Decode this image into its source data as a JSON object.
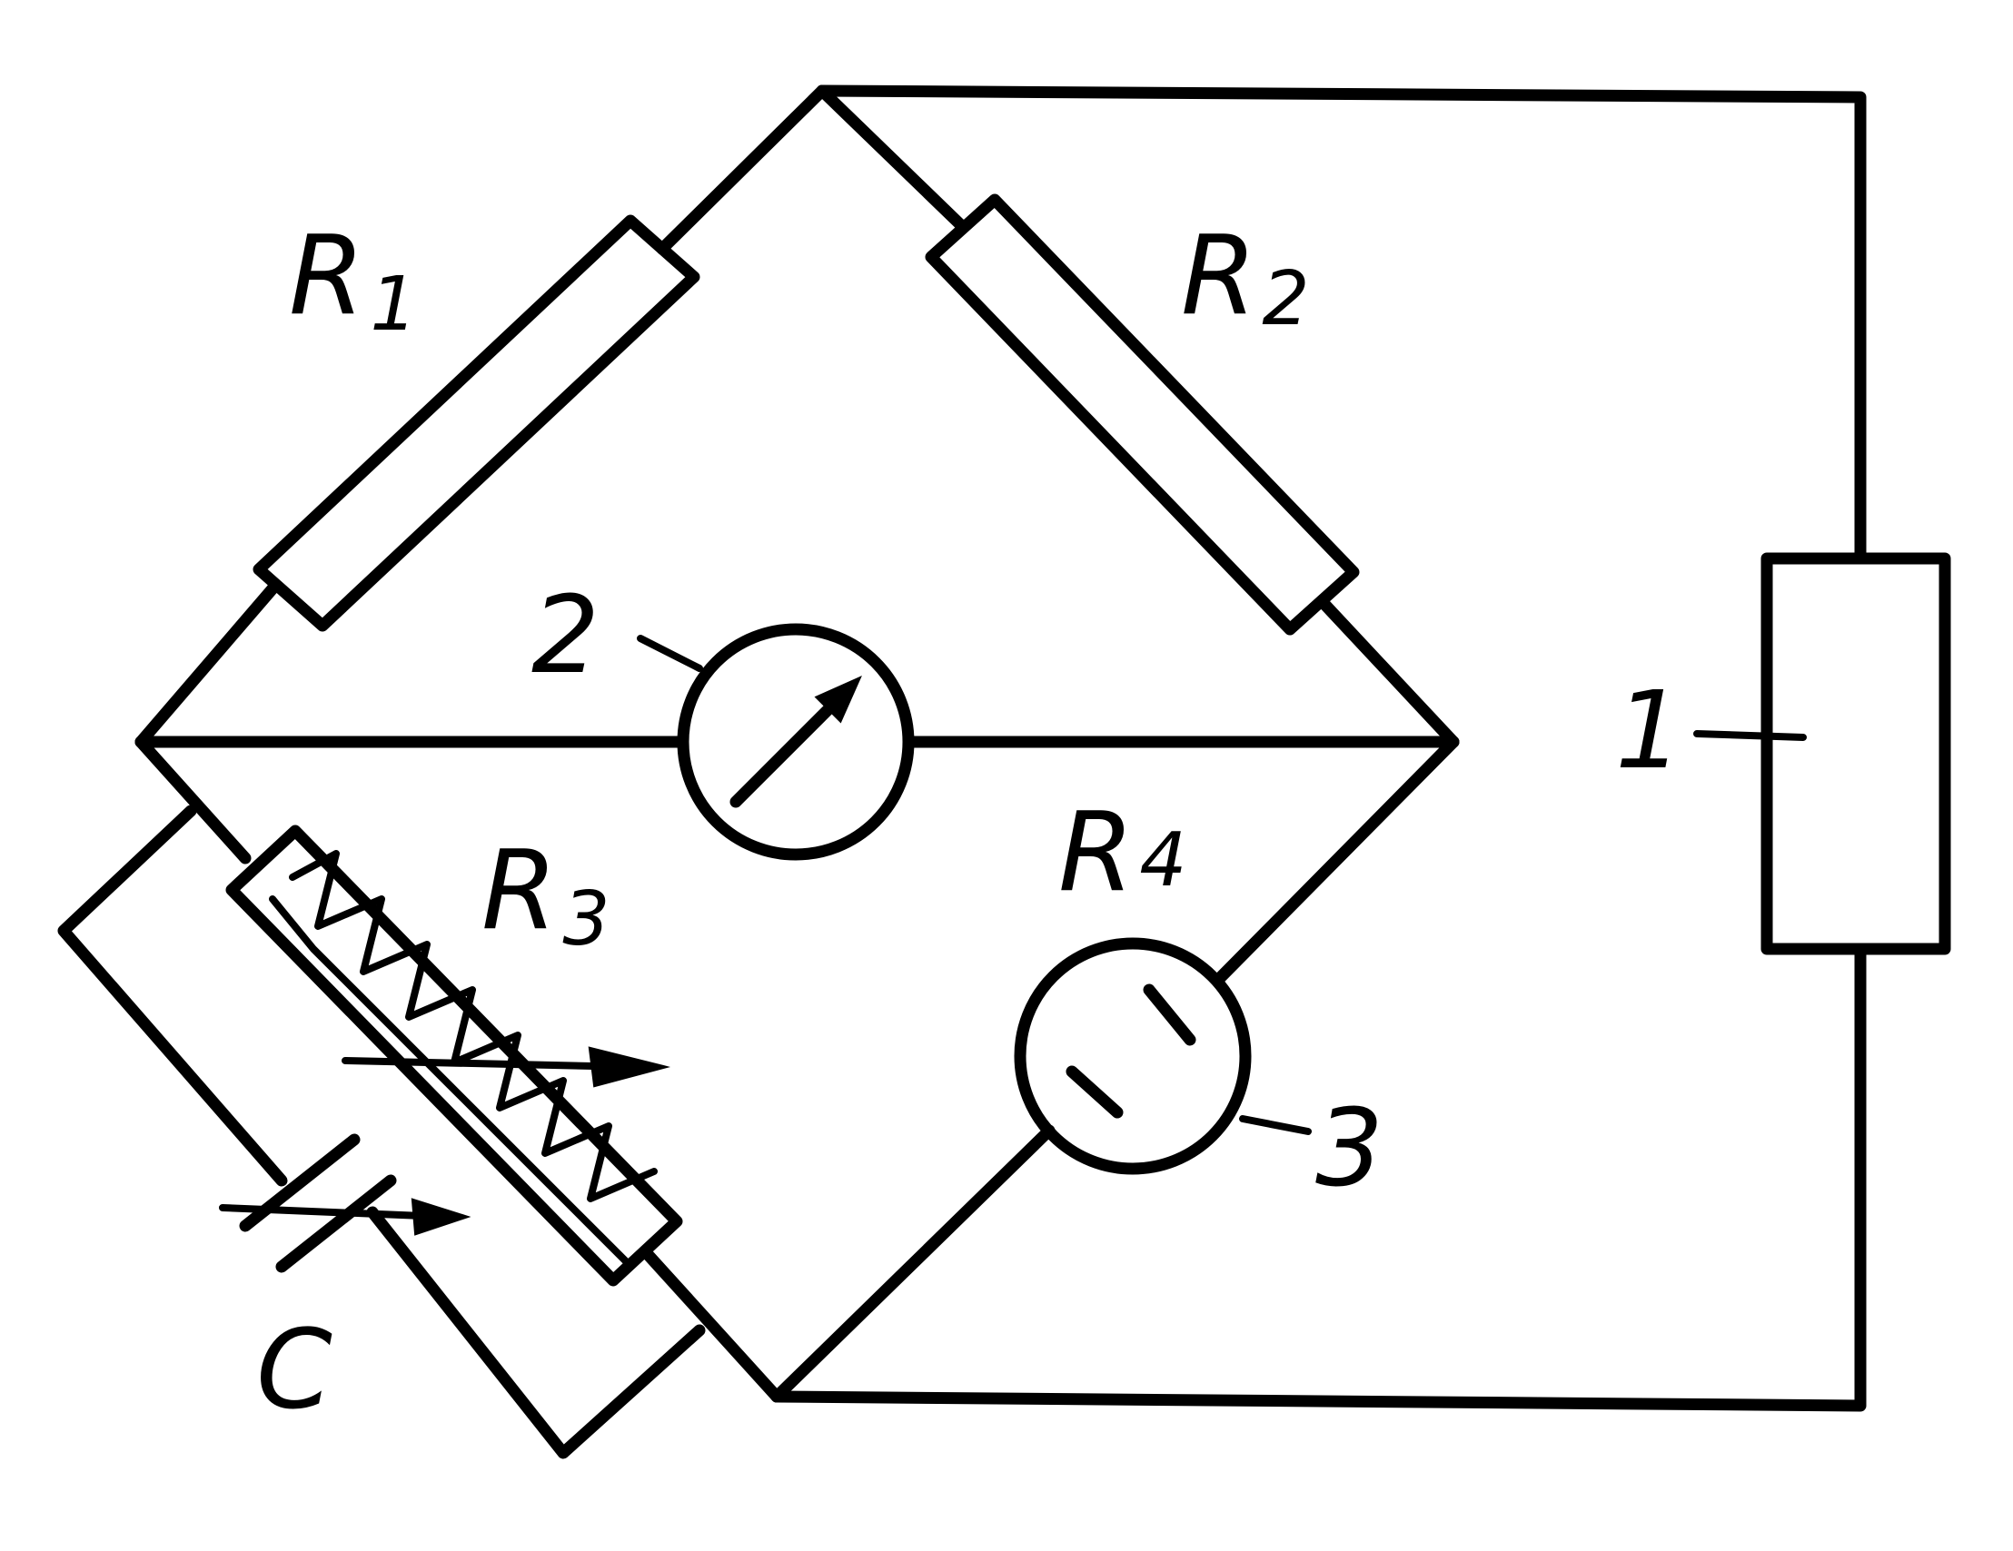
{
  "labels": {
    "r1": {
      "main": "R",
      "sub": "1"
    },
    "r2": {
      "main": "R",
      "sub": "2"
    },
    "r3": {
      "main": "R",
      "sub": "3"
    },
    "r4": {
      "main": "R",
      "sub": "4"
    },
    "c": "C",
    "num1": "1",
    "num2": "2",
    "num3": "3"
  },
  "colors": {
    "ink": "#000000",
    "paper": "#ffffff"
  }
}
